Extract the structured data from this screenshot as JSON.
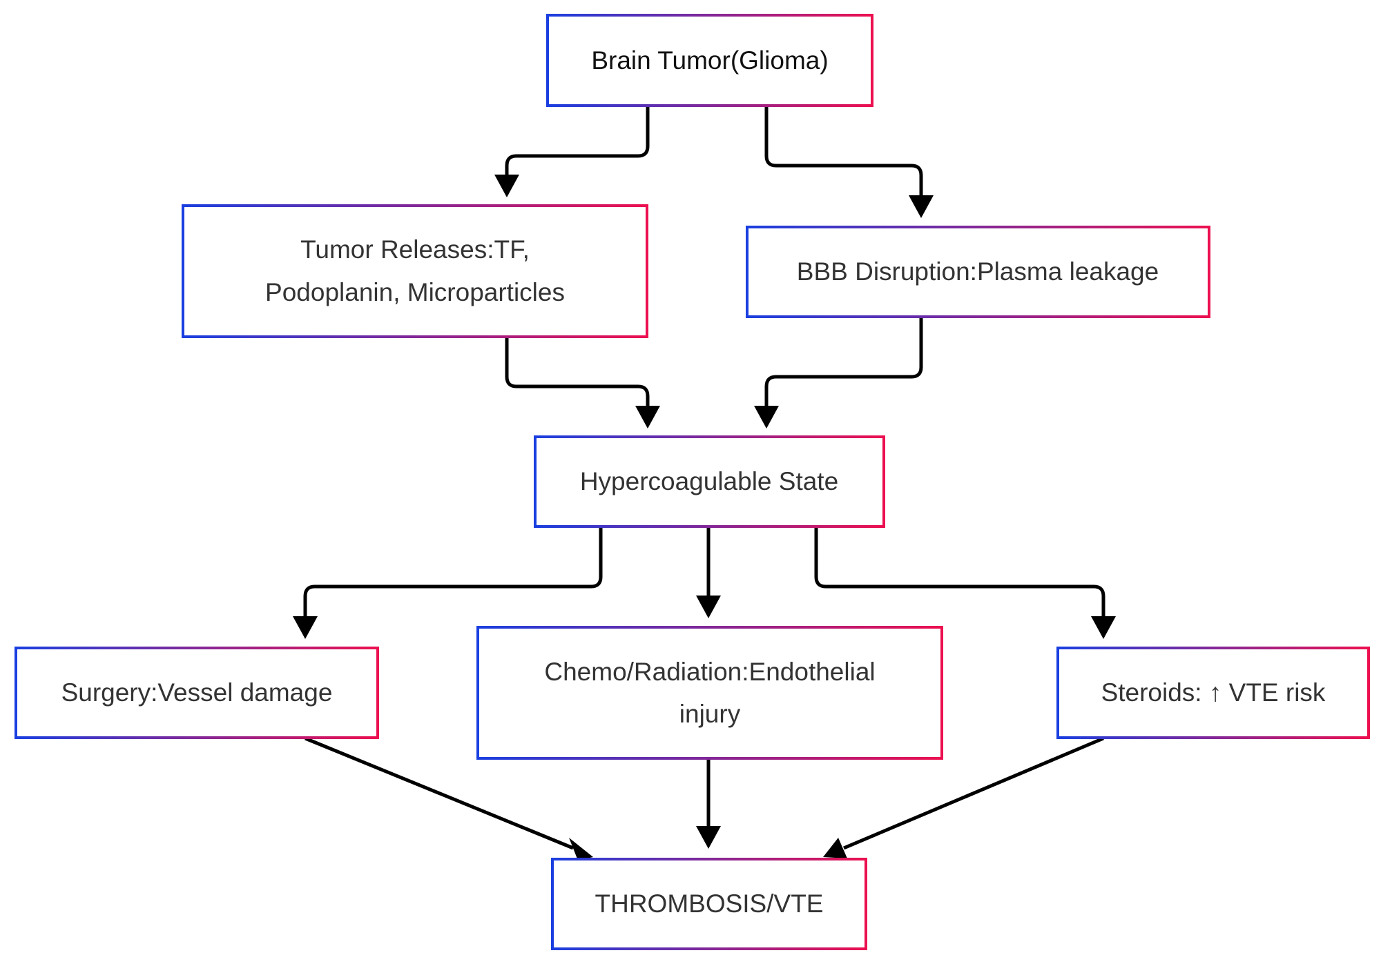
{
  "nodes": {
    "brain_tumor": {
      "lines": [
        "Brain Tumor(Glioma)"
      ]
    },
    "tumor_releases": {
      "lines": [
        "Tumor Releases:TF,",
        "Podoplanin, Microparticles"
      ]
    },
    "bbb_disruption": {
      "lines": [
        "BBB Disruption:Plasma leakage"
      ]
    },
    "hypercoagulable": {
      "lines": [
        "Hypercoagulable State"
      ]
    },
    "surgery": {
      "lines": [
        "Surgery:Vessel damage"
      ]
    },
    "chemo_radiation": {
      "lines": [
        "Chemo/Radiation:Endothelial",
        "injury"
      ]
    },
    "steroids": {
      "lines": [
        "Steroids: ↑ VTE risk"
      ]
    },
    "thrombosis": {
      "lines": [
        "THROMBOSIS/VTE"
      ]
    }
  },
  "edges": [
    {
      "from": "brain_tumor",
      "to": "tumor_releases"
    },
    {
      "from": "brain_tumor",
      "to": "bbb_disruption"
    },
    {
      "from": "tumor_releases",
      "to": "hypercoagulable"
    },
    {
      "from": "bbb_disruption",
      "to": "hypercoagulable"
    },
    {
      "from": "hypercoagulable",
      "to": "surgery"
    },
    {
      "from": "hypercoagulable",
      "to": "chemo_radiation"
    },
    {
      "from": "hypercoagulable",
      "to": "steroids"
    },
    {
      "from": "surgery",
      "to": "thrombosis"
    },
    {
      "from": "chemo_radiation",
      "to": "thrombosis"
    },
    {
      "from": "steroids",
      "to": "thrombosis"
    }
  ],
  "colors": {
    "gradient_start": "#1a3fe0",
    "gradient_end": "#ec1050",
    "arrow": "#000000",
    "text": "#333333"
  }
}
